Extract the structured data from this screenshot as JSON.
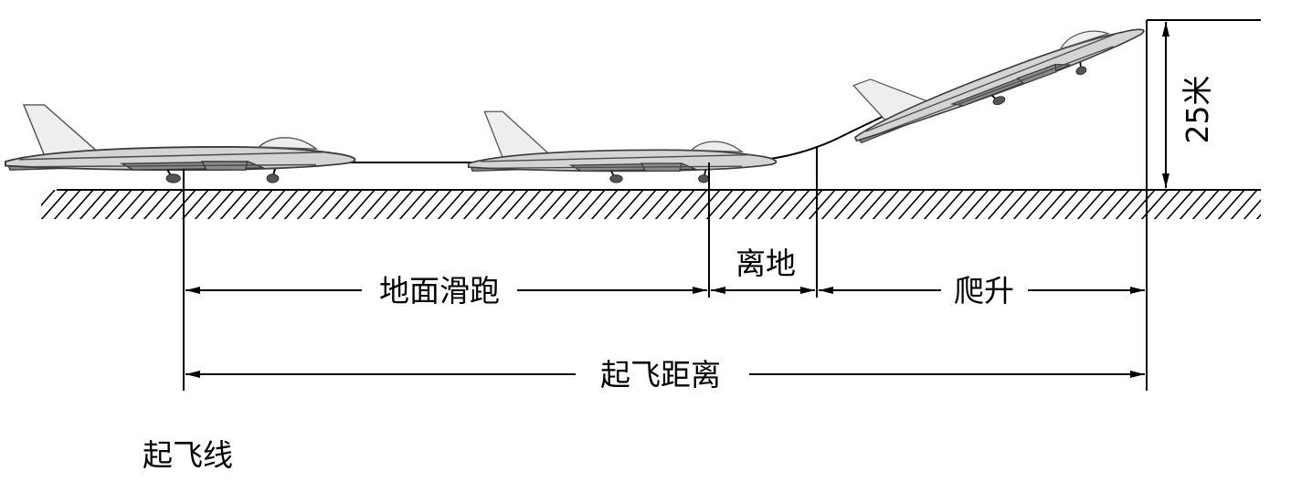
{
  "labels": {
    "ground_roll": "地面滑跑",
    "liftoff": "离地",
    "climb": "爬升",
    "takeoff_distance": "起飞距离",
    "takeoff_line": "起飞线",
    "height": "25米"
  },
  "icons": [
    "jet-aircraft-icon"
  ],
  "colors": {
    "line": "#000000",
    "background": "#ffffff",
    "aircraft": "#d4d4d4"
  }
}
